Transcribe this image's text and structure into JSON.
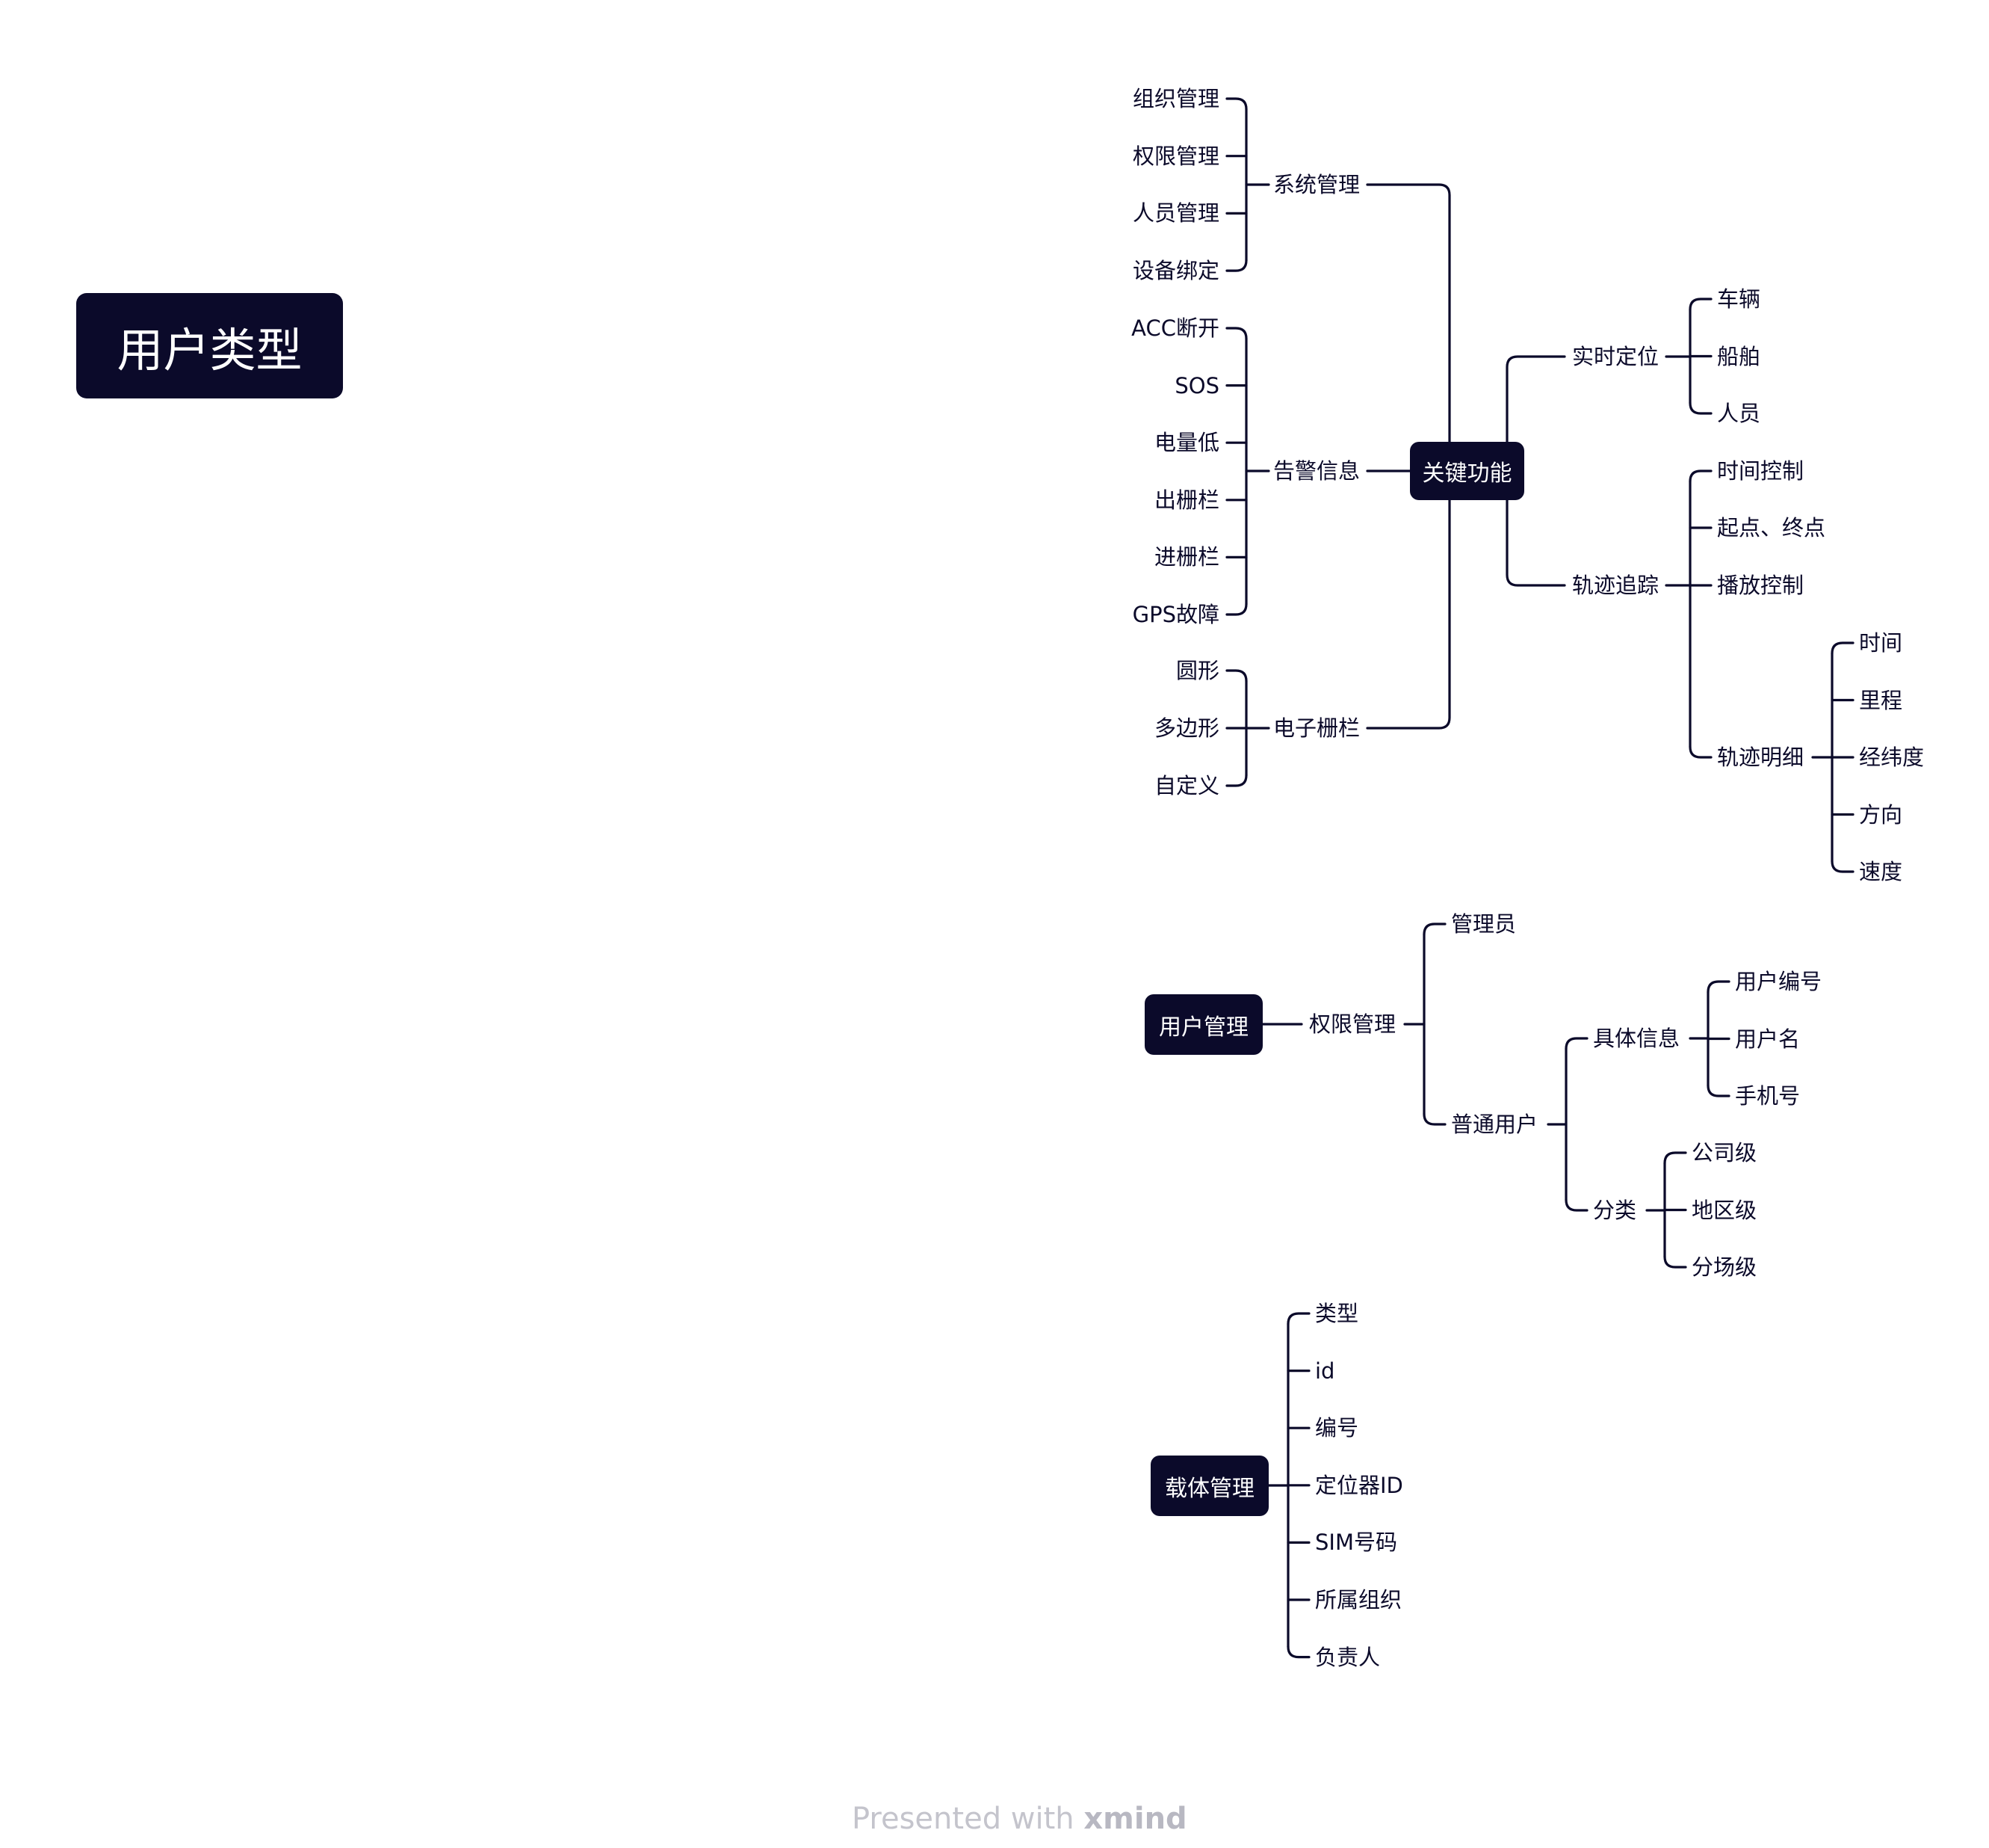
{
  "root": {
    "label": "用户类型"
  },
  "branches": [
    {
      "label": "关键功能",
      "children": [
        {
          "label": "系统管理",
          "children": [
            {
              "label": "组织管理"
            },
            {
              "label": "权限管理"
            },
            {
              "label": "人员管理"
            },
            {
              "label": "设备绑定"
            }
          ]
        },
        {
          "label": "告警信息",
          "children": [
            {
              "label": "ACC断开"
            },
            {
              "label": "SOS"
            },
            {
              "label": "电量低"
            },
            {
              "label": "出栅栏"
            },
            {
              "label": "进栅栏"
            },
            {
              "label": "GPS故障"
            }
          ]
        },
        {
          "label": "电子栅栏",
          "children": [
            {
              "label": "圆形"
            },
            {
              "label": "多边形"
            },
            {
              "label": "自定义"
            }
          ]
        },
        {
          "label": "实时定位",
          "children": [
            {
              "label": "车辆"
            },
            {
              "label": "船舶"
            },
            {
              "label": "人员"
            }
          ]
        },
        {
          "label": "轨迹追踪",
          "children": [
            {
              "label": "时间控制"
            },
            {
              "label": "起点、终点"
            },
            {
              "label": "播放控制"
            },
            {
              "label": "轨迹明细",
              "children": [
                {
                  "label": "时间"
                },
                {
                  "label": "里程"
                },
                {
                  "label": "经纬度"
                },
                {
                  "label": "方向"
                },
                {
                  "label": "速度"
                }
              ]
            }
          ]
        }
      ]
    },
    {
      "label": "用户管理",
      "children": [
        {
          "label": "权限管理",
          "children": [
            {
              "label": "管理员"
            },
            {
              "label": "普通用户",
              "children": [
                {
                  "label": "具体信息",
                  "children": [
                    {
                      "label": "用户编号"
                    },
                    {
                      "label": "用户名"
                    },
                    {
                      "label": "手机号"
                    }
                  ]
                },
                {
                  "label": "分类",
                  "children": [
                    {
                      "label": "公司级"
                    },
                    {
                      "label": "地区级"
                    },
                    {
                      "label": "分场级"
                    }
                  ]
                }
              ]
            }
          ]
        }
      ]
    },
    {
      "label": "载体管理",
      "children": [
        {
          "label": "类型"
        },
        {
          "label": "id"
        },
        {
          "label": "编号"
        },
        {
          "label": "定位器ID"
        },
        {
          "label": "SIM号码"
        },
        {
          "label": "所属组织"
        },
        {
          "label": "负责人"
        }
      ]
    }
  ],
  "footer": {
    "prefix": "Presented with",
    "brand": "xmind"
  },
  "colors": {
    "node": "#0b0a2a",
    "line": "#0b0a2a",
    "footer": "#c4c4cc"
  }
}
